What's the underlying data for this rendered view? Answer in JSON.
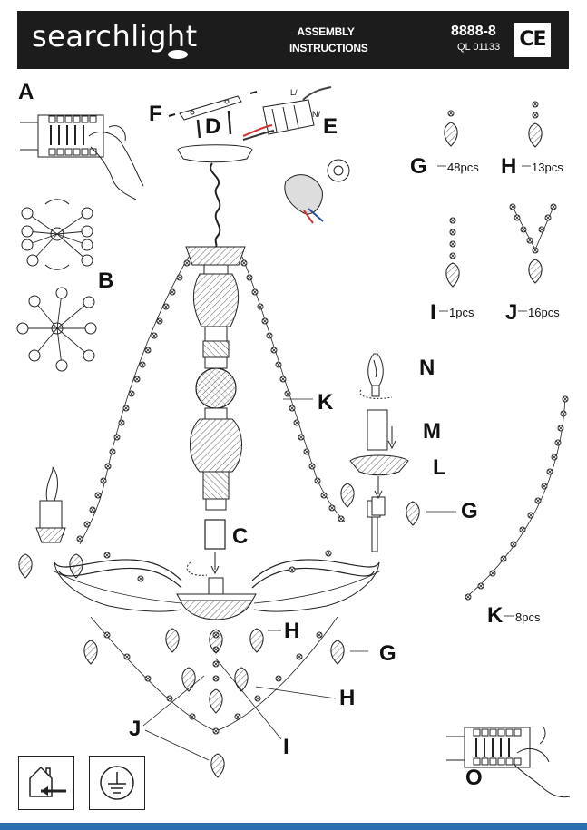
{
  "header": {
    "brand": "searchlight",
    "title_line1": "ASSEMBLY",
    "title_line2": "INSTRUCTIONS",
    "model": "8888-8",
    "code": "QL 01133",
    "ce_mark": "CE",
    "background_color": "#1c1c1c"
  },
  "step_labels": {
    "A": "A",
    "B": "B",
    "C": "C",
    "D": "D",
    "E": "E",
    "F": "F",
    "G": "G",
    "H": "H",
    "I": "I",
    "J": "J",
    "K": "K",
    "L": "L",
    "M": "M",
    "N": "N",
    "O": "O"
  },
  "parts": {
    "G": {
      "letter": "G",
      "quantity": "48pcs"
    },
    "H": {
      "letter": "H",
      "quantity": "13pcs"
    },
    "I": {
      "letter": "I",
      "quantity": "1pcs"
    },
    "J": {
      "letter": "J",
      "quantity": "16pcs"
    },
    "K": {
      "letter": "K",
      "quantity": "8pcs"
    }
  },
  "wiring_labels": {
    "live": "L/",
    "neutral": "N/"
  },
  "icons": [
    "indoor-use-icon",
    "earth-ground-icon"
  ],
  "accent_color": "#2a6fb0"
}
